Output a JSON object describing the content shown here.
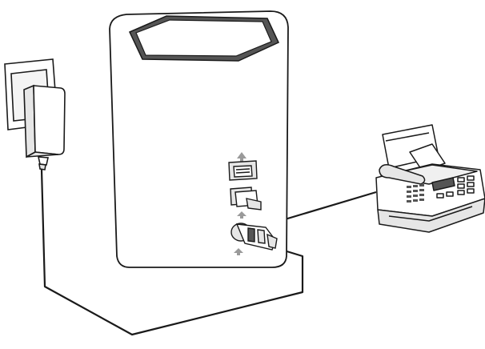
{
  "diagram": {
    "devices": [
      {
        "id": "wall-socket",
        "icon": "wall-socket-icon"
      },
      {
        "id": "power-adapter",
        "icon": "power-adapter-icon"
      },
      {
        "id": "router",
        "icon": "router-icon"
      },
      {
        "id": "fax-machine",
        "icon": "fax-machine-icon"
      }
    ],
    "connections": [
      {
        "from": "power-adapter",
        "to": "router-power-port",
        "kind": "power-cable"
      },
      {
        "from": "router-phone-port",
        "to": "fax-machine",
        "kind": "telephone-cable"
      }
    ],
    "colors": {
      "line": "#1a1a1a",
      "screen": "#555555",
      "fill": "#ffffff",
      "shade": "#e6e6e6"
    }
  }
}
